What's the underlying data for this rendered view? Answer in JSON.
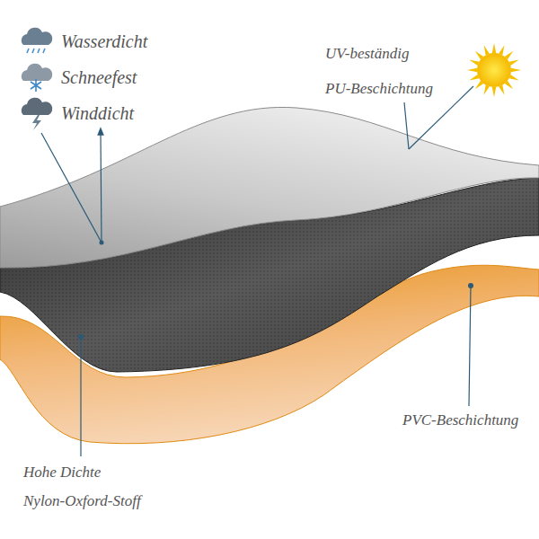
{
  "diagram": {
    "labels": [
      "Wasserdicht",
      "Schneefest",
      "Winddicht",
      "UV-beständig",
      "PU-Beschichtung",
      "PVC-Beschichtung",
      "Hohe Dichte",
      "Nylon-Oxford-Stoff"
    ]
  }
}
